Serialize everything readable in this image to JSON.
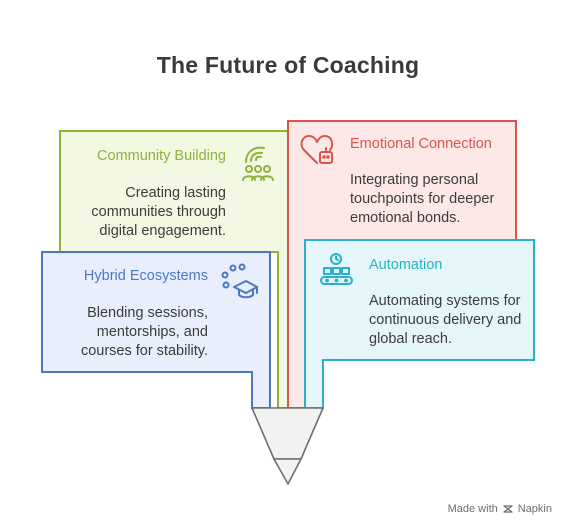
{
  "title": "The Future of Coaching",
  "colors": {
    "community": "#8fb23d",
    "emotional": "#d9544f",
    "hybrid": "#4a78c7",
    "automation": "#2ab1c9"
  },
  "cards": {
    "community": {
      "heading": "Community Building",
      "body": "Creating lasting communities through digital engagement.",
      "icon": "community-icon"
    },
    "emotional": {
      "heading": "Emotional Connection",
      "body": "Integrating personal touchpoints for deeper emotional bonds.",
      "icon": "heart-robot-icon"
    },
    "hybrid": {
      "heading": "Hybrid Ecosystems",
      "body": "Blending sessions, mentorships, and courses for stability.",
      "icon": "graduation-network-icon"
    },
    "automation": {
      "heading": "Automation",
      "body": "Automating systems for continuous delivery and global reach.",
      "icon": "conveyor-clock-icon"
    }
  },
  "footer": {
    "made_with": "Made with",
    "brand": "Napkin"
  }
}
